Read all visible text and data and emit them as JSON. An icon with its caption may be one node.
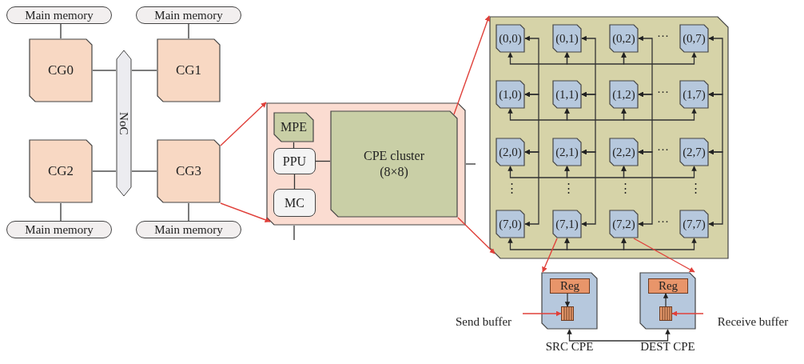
{
  "diagram": {
    "nodes": [
      {
        "text": [
          "Main memory"
        ]
      },
      {
        "text": [
          "Main memory"
        ]
      },
      {
        "text": [
          "CG0"
        ]
      },
      {
        "text": [
          "NoC"
        ]
      },
      {
        "text": [
          "CG1"
        ]
      },
      {
        "text": [
          "CG2"
        ]
      },
      {
        "text": [
          "CG3"
        ]
      },
      {
        "text": [
          "Main memory"
        ]
      },
      {
        "text": [
          "Main memory"
        ]
      },
      {
        "text": [],
        "shape": "box"
      },
      {
        "text": [
          "MPE"
        ],
        "in": 9
      },
      {
        "text": [
          "PPU"
        ],
        "in": 9
      },
      {
        "text": [
          "MC"
        ],
        "in": 9
      },
      {
        "text": [
          "CPE cluster (8×8)"
        ],
        "in": 9
      },
      {
        "text": [],
        "shape": "box"
      },
      {
        "text": [
          "(0,0)"
        ],
        "in": 14
      },
      {
        "text": [
          "(0,1)"
        ],
        "in": 14
      },
      {
        "text": [
          "(0,2)"
        ],
        "in": 14
      },
      {
        "text": [
          "(0,7)"
        ],
        "in": 14
      },
      {
        "text": [
          "(1,0)"
        ],
        "in": 14
      },
      {
        "text": [
          "(1,1)"
        ],
        "in": 14
      },
      {
        "text": [
          "(1,2)"
        ],
        "in": 14
      },
      {
        "text": [
          "(1,7)"
        ],
        "in": 14
      },
      {
        "text": [
          "(2,0)"
        ],
        "in": 14
      },
      {
        "text": [
          "(2,1)"
        ],
        "in": 14
      },
      {
        "text": [
          "(2,2)"
        ],
        "in": 14
      },
      {
        "text": [
          "(2,7)"
        ],
        "in": 14
      },
      {
        "text": [
          "(7,0)"
        ],
        "in": 14
      },
      {
        "text": [
          "(7,1)"
        ],
        "in": 14
      },
      {
        "text": [
          "(7,2)"
        ],
        "in": 14
      },
      {
        "text": [
          "(7,7)"
        ],
        "in": 14
      },
      {
        "text": [
          "SRC CPE"
        ]
      },
      {
        "text": [
          "Reg"
        ],
        "in": 31
      },
      {
        "text": [],
        "shape": "box",
        "in": 31
      },
      {
        "text": [
          "DEST CPE"
        ]
      },
      {
        "text": [
          "Reg"
        ],
        "in": 34
      },
      {
        "text": [],
        "shape": "box",
        "in": 34
      },
      {
        "text": [
          "Send buffer"
        ]
      },
      {
        "text": [
          "Receive buffer"
        ]
      }
    ],
    "edges": [
      {
        "from": 0,
        "to": 2,
        "arrow": "none"
      },
      {
        "from": 1,
        "to": 4,
        "arrow": "none"
      },
      {
        "from": 2,
        "to": 3,
        "arrow": "none"
      },
      {
        "from": 4,
        "to": 3,
        "arrow": "none"
      },
      {
        "from": 5,
        "to": 3,
        "arrow": "none"
      },
      {
        "from": 6,
        "to": 3,
        "arrow": "none"
      },
      {
        "from": 5,
        "to": 7,
        "arrow": "none"
      },
      {
        "from": 6,
        "to": 8,
        "arrow": "none"
      },
      {
        "from": 6,
        "to": 9,
        "arrow": "to",
        "color": "#e0403a"
      },
      {
        "from": 6,
        "to": 9,
        "arrow": "to",
        "color": "#e0403a"
      },
      {
        "from": 10,
        "to": 11,
        "arrow": "none"
      },
      {
        "from": 11,
        "to": 12,
        "arrow": "none"
      },
      {
        "from": 11,
        "to": 13,
        "arrow": "none"
      },
      {
        "from": 9,
        "to": null,
        "arrow": "none"
      },
      {
        "from": 9,
        "to": null,
        "arrow": "none"
      },
      {
        "from": 13,
        "to": 14,
        "arrow": "to",
        "color": "#e0403a"
      },
      {
        "from": 13,
        "to": 14,
        "arrow": "to",
        "color": "#e0403a"
      },
      {
        "from": 15,
        "to": 16,
        "arrow": "both"
      },
      {
        "from": 16,
        "to": 17,
        "arrow": "both"
      },
      {
        "from": 17,
        "to": 18,
        "arrow": "both"
      },
      {
        "from": 19,
        "to": 20,
        "arrow": "both"
      },
      {
        "from": 20,
        "to": 21,
        "arrow": "both"
      },
      {
        "from": 21,
        "to": 22,
        "arrow": "both"
      },
      {
        "from": 23,
        "to": 24,
        "arrow": "both"
      },
      {
        "from": 24,
        "to": 25,
        "arrow": "both"
      },
      {
        "from": 25,
        "to": 26,
        "arrow": "both"
      },
      {
        "from": 27,
        "to": 28,
        "arrow": "both"
      },
      {
        "from": 28,
        "to": 29,
        "arrow": "both"
      },
      {
        "from": 29,
        "to": 30,
        "arrow": "both"
      },
      {
        "from": 15,
        "to": 19,
        "arrow": "both"
      },
      {
        "from": 19,
        "to": 23,
        "arrow": "both"
      },
      {
        "from": 23,
        "to": 27,
        "arrow": "both"
      },
      {
        "from": 16,
        "to": 20,
        "arrow": "both"
      },
      {
        "from": 20,
        "to": 24,
        "arrow": "both"
      },
      {
        "from": 24,
        "to": 28,
        "arrow": "both"
      },
      {
        "from": 17,
        "to": 21,
        "arrow": "both"
      },
      {
        "from": 21,
        "to": 25,
        "arrow": "both"
      },
      {
        "from": 25,
        "to": 29,
        "arrow": "both"
      },
      {
        "from": 18,
        "to": 22,
        "arrow": "both"
      },
      {
        "from": 22,
        "to": 26,
        "arrow": "both"
      },
      {
        "from": 26,
        "to": 30,
        "arrow": "both"
      },
      {
        "from": 28,
        "to": 31,
        "arrow": "to",
        "color": "#e0403a"
      },
      {
        "from": 29,
        "to": 34,
        "arrow": "to",
        "color": "#e0403a"
      },
      {
        "from": 32,
        "to": 33,
        "arrow": "to"
      },
      {
        "from": 36,
        "to": 35,
        "arrow": "to"
      },
      {
        "from": 31,
        "to": 34,
        "arrow": "both"
      },
      {
        "from": 37,
        "to": 33,
        "arrow": "to",
        "color": "#e0403a"
      },
      {
        "from": 38,
        "to": 36,
        "arrow": "to",
        "color": "#e0403a"
      }
    ],
    "labels": [
      "···",
      "···",
      "···",
      "⋮",
      "⋮",
      "⋮",
      "⋮",
      "···"
    ]
  }
}
